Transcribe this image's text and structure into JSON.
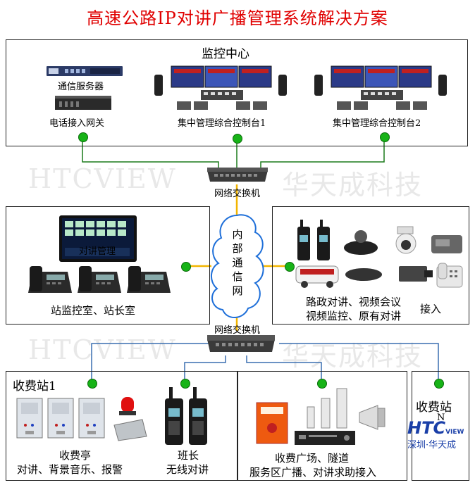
{
  "title": "高速公路IP对讲广播管理系统解决方案",
  "monitor_center": {
    "label": "监控中心",
    "server_label": "通信服务器",
    "gateway_label": "电话接入网关",
    "console1_label": "集中管理综合控制台1",
    "console2_label": "集中管理综合控制台2"
  },
  "switch_top_label": "网络交换机",
  "switch_bottom_label": "网络交换机",
  "cloud_label": "内部通信网",
  "watermark": {
    "en": "HTCVIEW",
    "cn": "华天成科技"
  },
  "station_room": {
    "screen_text": "对讲管理",
    "label": "站监控室、站长室"
  },
  "road_admin": {
    "line1": "路政对讲、视频会议",
    "line2": "视频监控、原有对讲",
    "access": "接入"
  },
  "toll1": {
    "title": "收费站1",
    "booth_label": "收费亭",
    "booth_desc": "对讲、背景音乐、报警",
    "leader_label": "班长",
    "leader_desc": "无线对讲",
    "plaza_label": "收费广场、隧道",
    "plaza_desc": "服务区广播、对讲求助接入"
  },
  "toll2": {
    "title": "收费站",
    "title_suffix": "N"
  },
  "logo": {
    "brand": "HTC",
    "sub": "VIEW",
    "tagline": "深圳·华天成"
  },
  "colors": {
    "accent": "#e00000",
    "wire_yellow": "#f2b500",
    "wire_green": "#1a7a1a",
    "wire_blue": "#3a6fb0",
    "node": "#17b317"
  }
}
